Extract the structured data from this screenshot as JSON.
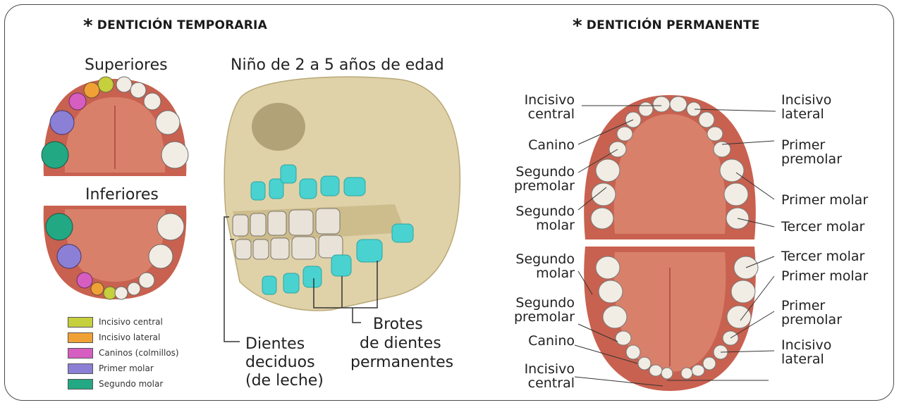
{
  "headings": {
    "temporary": "DENTICIÓN TEMPORARIA",
    "permanent": "DENTICIÓN PERMANENTE",
    "star": "*"
  },
  "temporary": {
    "upper_caption": "Superiores",
    "lower_caption": "Inferiores",
    "child_caption": "Niño de 2 a 5 años de edad",
    "deciduous_label": [
      "Dientes",
      "deciduos",
      "(de leche)"
    ],
    "buds_label": [
      "Brotes",
      "de dientes",
      "permanentes"
    ],
    "legend": [
      {
        "label": "Incisivo central",
        "color": "#c6cf3c"
      },
      {
        "label": "Incisivo lateral",
        "color": "#f0a135"
      },
      {
        "label": "Caninos (colmillos)",
        "color": "#d65ec0"
      },
      {
        "label": "Primer molar",
        "color": "#8c7fd6"
      },
      {
        "label": "Segundo molar",
        "color": "#23a884"
      }
    ]
  },
  "permanent": {
    "upper_left": [
      "Incisivo central",
      "Canino",
      "Segundo premolar",
      "Segundo molar"
    ],
    "upper_right": [
      "Incisivo lateral",
      "Primer premolar",
      "Primer molar",
      "Tercer molar"
    ],
    "lower_left": [
      "Segundo molar",
      "Segundo premolar",
      "Canino",
      "Incisivo central"
    ],
    "lower_right": [
      "Tercer molar",
      "Primer molar",
      "Primer premolar",
      "Incisivo lateral"
    ]
  },
  "colors": {
    "gum": "#c8614f",
    "palate": "#d9806a",
    "tooth": "#f1ece4",
    "bone": "#e0d2a8",
    "bud": "#49d2d0"
  }
}
